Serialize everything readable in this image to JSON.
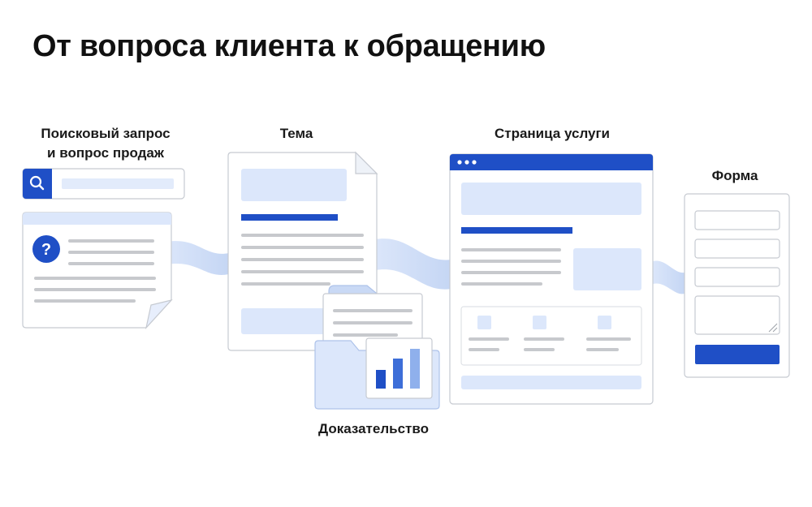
{
  "title": "От вопроса клиента к обращению",
  "colors": {
    "accent": "#1f4fc6",
    "light_fill": "#dce7fb",
    "ribbon": "#c9d9f5",
    "line_gray": "#d4d6da",
    "border": "#c6cad1"
  },
  "stages": [
    {
      "label_line1": "Поисковый запрос",
      "label_line2": "и вопрос продаж",
      "icon": "search-icon"
    },
    {
      "label": "Тема",
      "icon": "document-icon"
    },
    {
      "label": "Доказательство",
      "icon": "folder-chart-icon"
    },
    {
      "label": "Страница услуги",
      "icon": "browser-window-icon"
    },
    {
      "label": "Форма",
      "icon": "form-icon"
    }
  ]
}
